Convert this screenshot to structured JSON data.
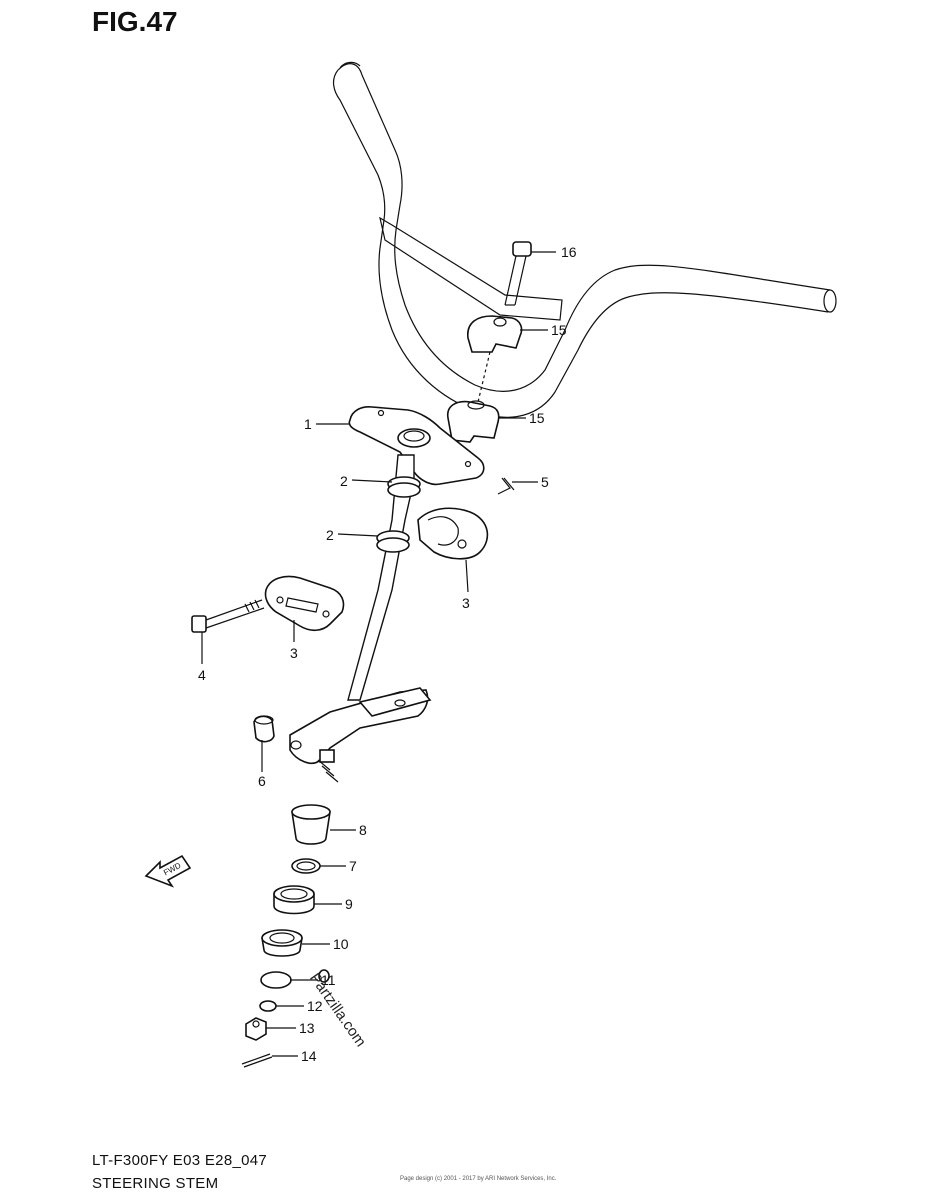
{
  "figure": {
    "title": "FIG.47",
    "model_code": "LT-F300FY E03 E28_047",
    "subtitle": "STEERING STEM",
    "fwd_label": "FWD",
    "watermark": "Partzilla.com",
    "copyright": "Page design (c) 2001 - 2017 by ARI Network Services, Inc."
  },
  "callouts": [
    {
      "id": "c1",
      "label": "1"
    },
    {
      "id": "c2a",
      "label": "2"
    },
    {
      "id": "c2b",
      "label": "2"
    },
    {
      "id": "c3a",
      "label": "3"
    },
    {
      "id": "c3b",
      "label": "3"
    },
    {
      "id": "c4",
      "label": "4"
    },
    {
      "id": "c5",
      "label": "5"
    },
    {
      "id": "c6",
      "label": "6"
    },
    {
      "id": "c7",
      "label": "7"
    },
    {
      "id": "c8",
      "label": "8"
    },
    {
      "id": "c9",
      "label": "9"
    },
    {
      "id": "c10",
      "label": "10"
    },
    {
      "id": "c11",
      "label": "11"
    },
    {
      "id": "c12",
      "label": "12"
    },
    {
      "id": "c13",
      "label": "13"
    },
    {
      "id": "c14",
      "label": "14"
    },
    {
      "id": "c15a",
      "label": "15"
    },
    {
      "id": "c15b",
      "label": "15"
    },
    {
      "id": "c16",
      "label": "16"
    }
  ]
}
